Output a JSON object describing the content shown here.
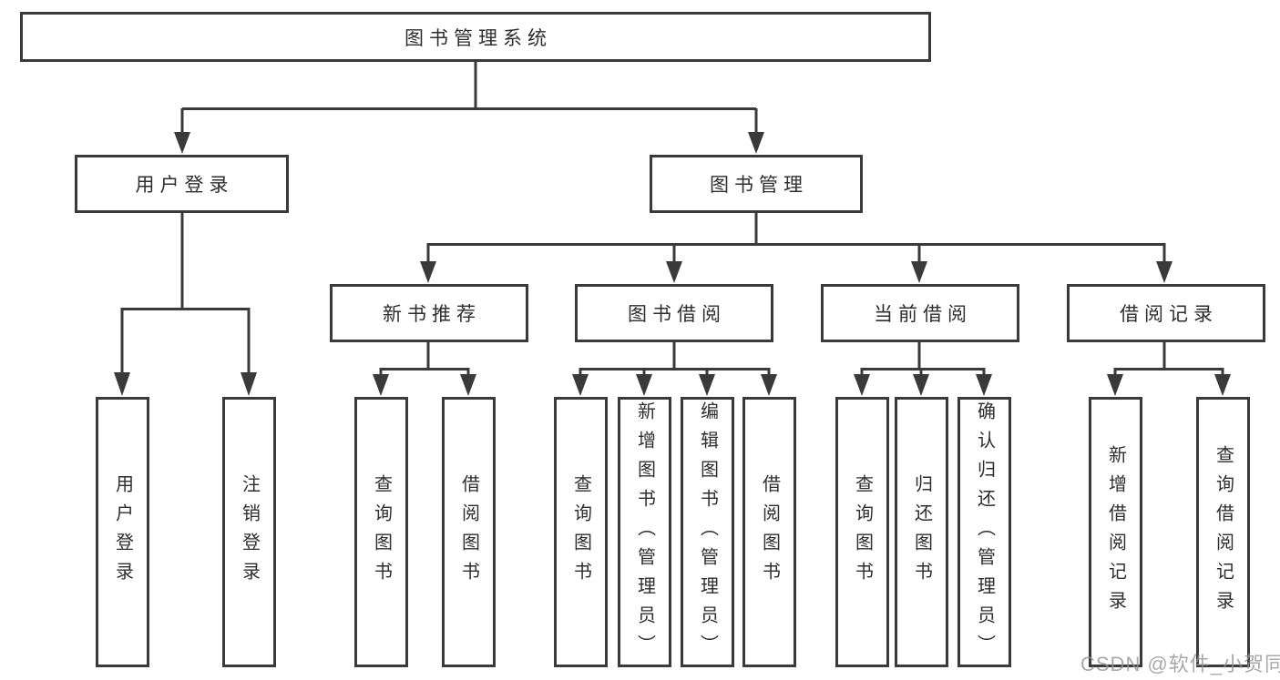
{
  "tree": {
    "label": "图书管理系统",
    "children": [
      {
        "label": "用户登录",
        "children": [
          {
            "label": "用户登录"
          },
          {
            "label": "注销登录"
          }
        ]
      },
      {
        "label": "图书管理",
        "children": [
          {
            "label": "新书推荐",
            "children": [
              {
                "label": "查询图书"
              },
              {
                "label": "借阅图书"
              }
            ]
          },
          {
            "label": "图书借阅",
            "children": [
              {
                "label": "查询图书"
              },
              {
                "label": "新增图书（管理员）"
              },
              {
                "label": "编辑图书（管理员）"
              },
              {
                "label": "借阅图书"
              }
            ]
          },
          {
            "label": "当前借阅",
            "children": [
              {
                "label": "查询图书"
              },
              {
                "label": "归还图书"
              },
              {
                "label": "确认归还（管理员）"
              }
            ]
          },
          {
            "label": "借阅记录",
            "children": [
              {
                "label": "新增借阅记录"
              },
              {
                "label": "查询借阅记录"
              }
            ]
          }
        ]
      }
    ]
  },
  "watermark": {
    "text": "CSDN @软件_小贺同学"
  },
  "colors": {
    "ink": "#3a3a3a",
    "background": "#ffffff",
    "watermark": "#949494"
  }
}
